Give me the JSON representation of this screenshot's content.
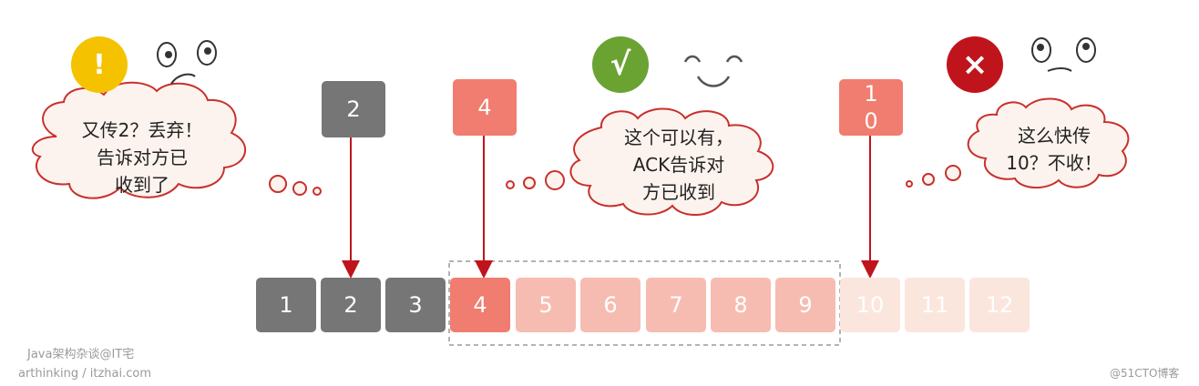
{
  "sequence": [
    "1",
    "2",
    "3",
    "4",
    "5",
    "6",
    "7",
    "8",
    "9",
    "10",
    "11",
    "12"
  ],
  "incoming": {
    "left": "2",
    "middle": "4",
    "right_line1": "1",
    "right_line2": "0"
  },
  "clouds": {
    "left": [
      "又传2？丢弃！",
      "告诉对方已",
      "收到了"
    ],
    "middle": [
      "这个可以有，",
      "ACK告诉对",
      "方已收到"
    ],
    "right": [
      "这么快传",
      "10？不收！"
    ]
  },
  "badges": {
    "warn": {
      "symbol": "!",
      "color": "#f5c200"
    },
    "ok": {
      "symbol": "√",
      "color": "#6aa332"
    },
    "reject": {
      "symbol": "×",
      "color": "#c0141c"
    }
  },
  "icons": [
    "warning-icon",
    "check-icon",
    "cross-icon",
    "doubtful-face-icon",
    "smiling-face-icon",
    "unhappy-face-icon"
  ],
  "colors": {
    "received": "#767676",
    "current": "#f07d6f",
    "window": "#f7bcb1",
    "outside": "#fbe6dd",
    "arrow": "#c0141c",
    "cloud_stroke": "#c9302c",
    "cloud_fill": "#fdf3ee"
  },
  "watermarks": {
    "left_top": "Java架构杂谈@IT宅",
    "left_bottom": "arthinking / itzhai.com",
    "right": "@51CTO博客"
  }
}
